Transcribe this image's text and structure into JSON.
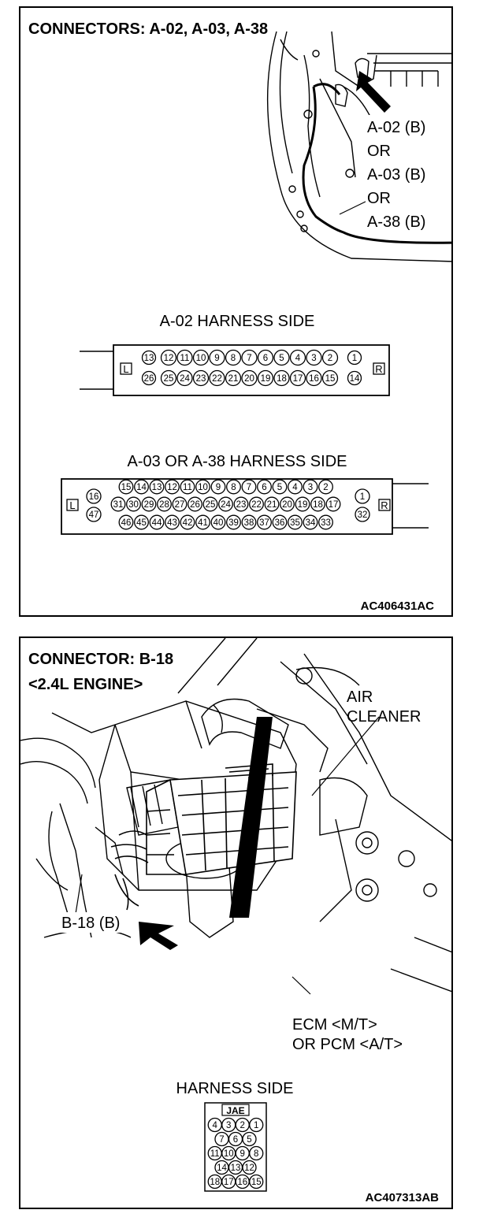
{
  "panel1": {
    "title": "CONNECTORS: A-02, A-03, A-38",
    "callout": [
      "A-02 (B)",
      "OR",
      "A-03 (B)",
      "OR",
      "A-38 (B)"
    ],
    "a02": {
      "title": "A-02 HARNESS SIDE",
      "left_tag": "L",
      "right_tag": "R",
      "top_row": [
        "13",
        "12",
        "11",
        "10",
        "9",
        "8",
        "7",
        "6",
        "5",
        "4",
        "3",
        "2",
        "1"
      ],
      "bottom_row": [
        "26",
        "25",
        "24",
        "23",
        "22",
        "21",
        "20",
        "19",
        "18",
        "17",
        "16",
        "15",
        "14"
      ]
    },
    "a03": {
      "title": "A-03 OR A-38 HARNESS SIDE",
      "left_tag": "L",
      "right_tag": "R",
      "left_pins": [
        "16",
        "47"
      ],
      "row1": [
        "15",
        "14",
        "13",
        "12",
        "11",
        "10",
        "9",
        "8",
        "7",
        "6",
        "5",
        "4",
        "3",
        "2"
      ],
      "row2": [
        "31",
        "30",
        "29",
        "28",
        "27",
        "26",
        "25",
        "24",
        "23",
        "22",
        "21",
        "20",
        "19",
        "18",
        "17"
      ],
      "row3": [
        "46",
        "45",
        "44",
        "43",
        "42",
        "41",
        "40",
        "39",
        "38",
        "37",
        "36",
        "35",
        "34",
        "33"
      ],
      "right_pins": [
        "1",
        "32"
      ]
    },
    "code": "AC406431AC"
  },
  "panel2": {
    "title": "CONNECTOR: B-18",
    "subtitle": "<2.4L ENGINE>",
    "air_cleaner": [
      "AIR",
      "CLEANER"
    ],
    "connector_label": "B-18 (B)",
    "ecm_label": [
      "ECM <M/T>",
      "OR PCM <A/T>"
    ],
    "harness_title": "HARNESS SIDE",
    "jae": "JAE",
    "rows": [
      [
        "4",
        "3",
        "2",
        "1"
      ],
      [
        "7",
        "6",
        "5"
      ],
      [
        "11",
        "10",
        "9",
        "8"
      ],
      [
        "14",
        "13",
        "12"
      ],
      [
        "18",
        "17",
        "16",
        "15"
      ]
    ],
    "code": "AC407313AB"
  }
}
